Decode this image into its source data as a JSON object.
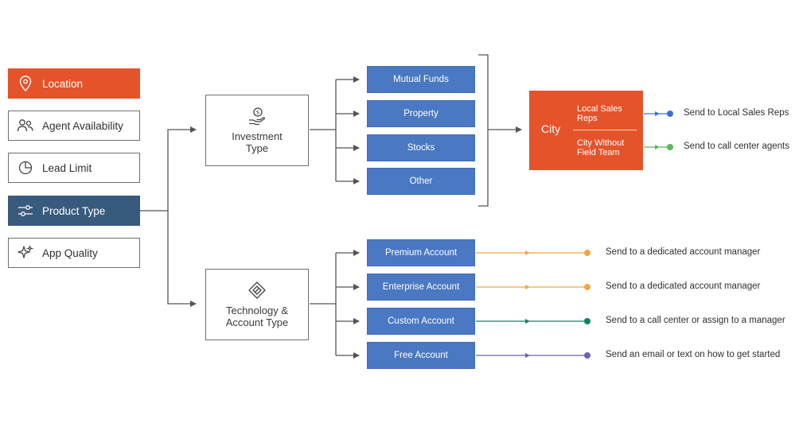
{
  "categories": [
    {
      "label": "Location",
      "icon": "map-pin-icon"
    },
    {
      "label": "Agent Availability",
      "icon": "people-icon"
    },
    {
      "label": "Lead Limit",
      "icon": "pie-chart-icon"
    },
    {
      "label": "Product Type",
      "icon": "sliders-icon"
    },
    {
      "label": "App Quality",
      "icon": "sparkle-icon"
    }
  ],
  "hubs": {
    "investment": {
      "line1": "Investment",
      "line2": "Type",
      "icon": "money-hand-icon"
    },
    "technology": {
      "line1": "Technology &",
      "line2": "Account Type",
      "icon": "diamond-icon"
    }
  },
  "investment_types": [
    "Mutual Funds",
    "Property",
    "Stocks",
    "Other"
  ],
  "account_types": [
    "Premium Account",
    "Enterprise Account",
    "Custom Account",
    "Free Account"
  ],
  "city": {
    "title": "City",
    "option1": "Local Sales Reps",
    "option2": "City Without Field Team"
  },
  "city_outcomes": [
    "Send to Local Sales Reps",
    "Send to call center agents"
  ],
  "account_outcomes": [
    "Send to a dedicated account manager",
    "Send to a dedicated account manager",
    "Send to a call center or assign to a manager",
    "Send an email or text on how to get started"
  ],
  "colors": {
    "orange": "#e5532a",
    "navy": "#385a7c",
    "blue": "#4a78c2",
    "outcome_blue": "#3b6fd6",
    "outcome_green": "#5cb85c",
    "outcome_amber": "#f0a83c",
    "outcome_teal": "#11806a",
    "outcome_purple": "#6f5fb0"
  }
}
